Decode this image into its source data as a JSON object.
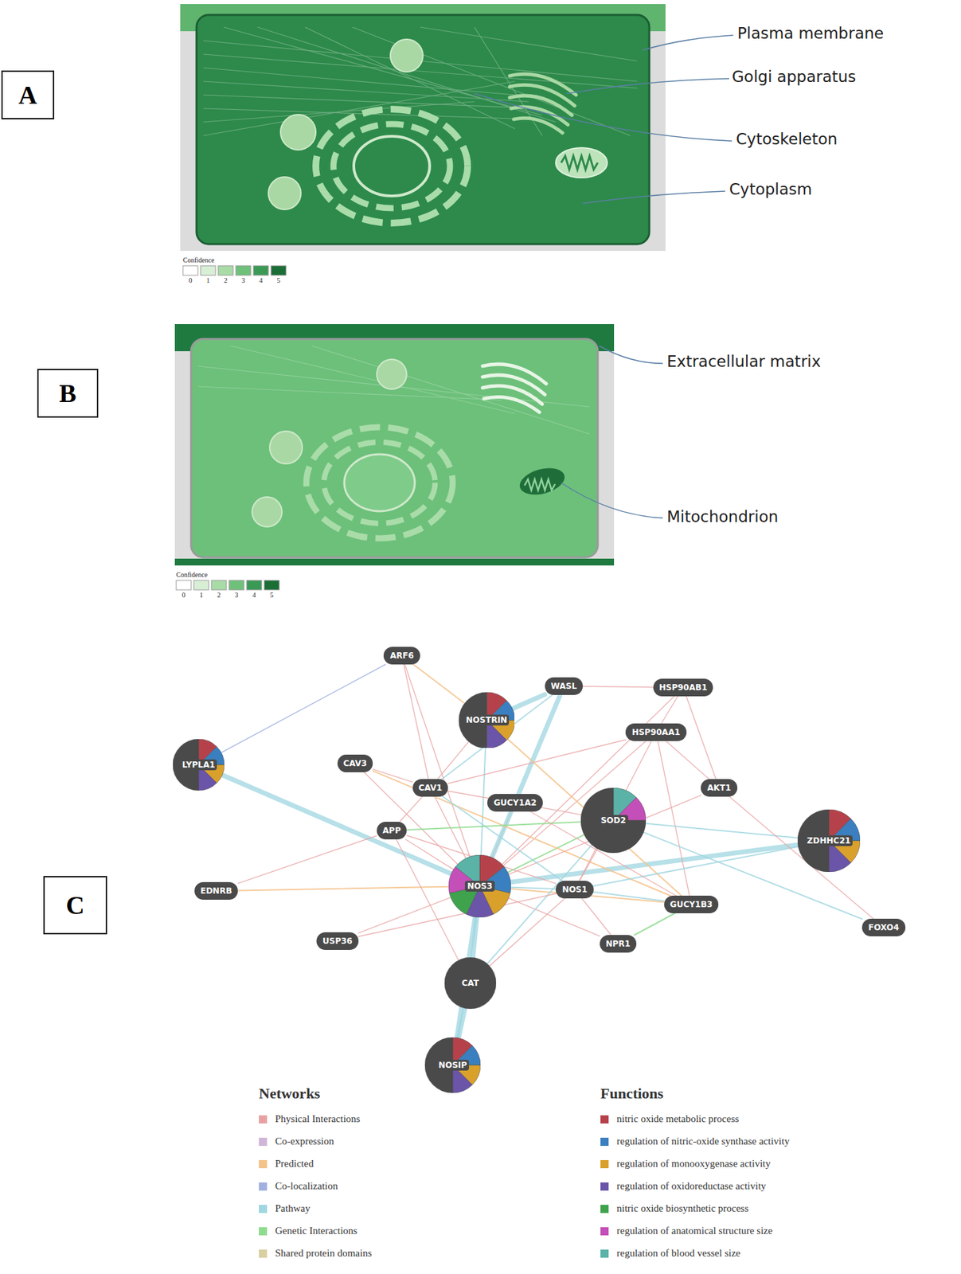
{
  "diagram": {
    "nodes": [
      {
        "text": [
          "A"
        ]
      },
      {
        "text": [
          "B"
        ]
      },
      {
        "text": [
          "C"
        ]
      },
      {
        "text": [
          "ARF6"
        ]
      },
      {
        "text": [
          "WASL"
        ]
      },
      {
        "text": [
          "HSP90AB1"
        ]
      },
      {
        "text": [
          "NOSTRIN"
        ]
      },
      {
        "text": [
          "HSP90AA1"
        ]
      },
      {
        "text": [
          "LYPLA1"
        ]
      },
      {
        "text": [
          "CAV3"
        ]
      },
      {
        "text": [
          "CAV1"
        ]
      },
      {
        "text": [
          "AKT1"
        ]
      },
      {
        "text": [
          "GUCY1A2"
        ]
      },
      {
        "text": [
          "SOD2"
        ]
      },
      {
        "text": [
          "APP"
        ]
      },
      {
        "text": [
          "ZDHHC21"
        ]
      },
      {
        "text": [
          "NOS3"
        ]
      },
      {
        "text": [
          "EDNRB"
        ]
      },
      {
        "text": [
          "NOS1"
        ]
      },
      {
        "text": [
          "GUCY1B3"
        ]
      },
      {
        "text": [
          "FOXO4"
        ]
      },
      {
        "text": [
          "USP36"
        ]
      },
      {
        "text": [
          "NPR1"
        ]
      },
      {
        "text": [
          "CAT"
        ]
      },
      {
        "text": [
          "NOSIP"
        ]
      }
    ],
    "edges": [
      {
        "from": 16,
        "to": 6,
        "arrow": "none"
      },
      {
        "from": 16,
        "to": 10,
        "arrow": "none"
      },
      {
        "from": 16,
        "to": 9,
        "arrow": "none"
      },
      {
        "from": 16,
        "to": 14,
        "arrow": "none"
      },
      {
        "from": 16,
        "to": 13,
        "arrow": "none"
      },
      {
        "from": 16,
        "to": 18,
        "arrow": "none"
      },
      {
        "from": 16,
        "to": 19,
        "arrow": "none"
      },
      {
        "from": 16,
        "to": 12,
        "arrow": "none"
      },
      {
        "from": 16,
        "to": 7,
        "arrow": "none"
      },
      {
        "from": 16,
        "to": 5,
        "arrow": "none"
      },
      {
        "from": 16,
        "to": 11,
        "arrow": "none"
      },
      {
        "from": 16,
        "to": 4,
        "arrow": "none"
      },
      {
        "from": 16,
        "to": 8,
        "arrow": "none"
      },
      {
        "from": 16,
        "to": 15,
        "arrow": "none"
      },
      {
        "from": 16,
        "to": 17,
        "arrow": "none"
      },
      {
        "from": 16,
        "to": 21,
        "arrow": "none"
      },
      {
        "from": 16,
        "to": 23,
        "arrow": "none"
      },
      {
        "from": 16,
        "to": 24,
        "arrow": "none"
      },
      {
        "from": 16,
        "to": 22,
        "arrow": "none"
      },
      {
        "from": 16,
        "to": 3,
        "arrow": "none"
      },
      {
        "from": 3,
        "to": 6,
        "arrow": "none"
      },
      {
        "from": 3,
        "to": 8,
        "arrow": "none"
      },
      {
        "from": 3,
        "to": 10,
        "arrow": "none"
      },
      {
        "from": 4,
        "to": 5,
        "arrow": "none"
      },
      {
        "from": 4,
        "to": 6,
        "arrow": "none"
      },
      {
        "from": 4,
        "to": 10,
        "arrow": "none"
      },
      {
        "from": 5,
        "to": 7,
        "arrow": "none"
      },
      {
        "from": 5,
        "to": 11,
        "arrow": "none"
      },
      {
        "from": 7,
        "to": 11,
        "arrow": "none"
      },
      {
        "from": 7,
        "to": 10,
        "arrow": "none"
      },
      {
        "from": 7,
        "to": 18,
        "arrow": "none"
      },
      {
        "from": 7,
        "to": 19,
        "arrow": "none"
      },
      {
        "from": 6,
        "to": 10,
        "arrow": "none"
      },
      {
        "from": 6,
        "to": 19,
        "arrow": "none"
      },
      {
        "from": 9,
        "to": 10,
        "arrow": "none"
      },
      {
        "from": 9,
        "to": 19,
        "arrow": "none"
      },
      {
        "from": 10,
        "to": 14,
        "arrow": "none"
      },
      {
        "from": 10,
        "to": 18,
        "arrow": "none"
      },
      {
        "from": 10,
        "to": 13,
        "arrow": "none"
      },
      {
        "from": 14,
        "to": 13,
        "arrow": "none"
      },
      {
        "from": 14,
        "to": 18,
        "arrow": "none"
      },
      {
        "from": 13,
        "to": 18,
        "arrow": "none"
      },
      {
        "from": 13,
        "to": 23,
        "arrow": "none"
      },
      {
        "from": 13,
        "to": 15,
        "arrow": "none"
      },
      {
        "from": 15,
        "to": 18,
        "arrow": "none"
      },
      {
        "from": 11,
        "to": 20,
        "arrow": "none"
      },
      {
        "from": 13,
        "to": 20,
        "arrow": "none"
      },
      {
        "from": 18,
        "to": 19,
        "arrow": "none"
      },
      {
        "from": 18,
        "to": 22,
        "arrow": "none"
      },
      {
        "from": 12,
        "to": 19,
        "arrow": "none"
      },
      {
        "from": 23,
        "to": 18,
        "arrow": "none"
      },
      {
        "from": 17,
        "to": 14,
        "arrow": "none"
      },
      {
        "from": 21,
        "to": 18,
        "arrow": "none"
      },
      {
        "from": 23,
        "to": 24,
        "arrow": "none"
      },
      {
        "from": 23,
        "to": 14,
        "arrow": "none"
      },
      {
        "from": 22,
        "to": 19,
        "arrow": "none"
      }
    ],
    "labels": [
      "Plasma membrane",
      "Golgi apparatus",
      "Cytoskeleton",
      "Cytoplasm",
      "Confidence",
      "0",
      "1",
      "2",
      "3",
      "4",
      "5",
      "Extracellular matrix",
      "Mitochondrion",
      "Confidence",
      "0",
      "1",
      "2",
      "3",
      "4",
      "5",
      "Networks",
      "Functions"
    ],
    "legend": [
      {
        "text": "Physical Interactions",
        "color": "#e8a1a1"
      },
      {
        "text": "Co-expression",
        "color": "#d0b6d6"
      },
      {
        "text": "Predicted",
        "color": "#f5c28a"
      },
      {
        "text": "Co-localization",
        "color": "#a0b0e0"
      },
      {
        "text": "Pathway",
        "color": "#9fd6e0"
      },
      {
        "text": "Genetic Interactions",
        "color": "#8fdc8f"
      },
      {
        "text": "Shared protein domains",
        "color": "#d9cfa0"
      },
      {
        "text": "nitric oxide metabolic process",
        "color": "#b5424a"
      },
      {
        "text": "regulation of nitric-oxide synthase activity",
        "color": "#3a7fbf"
      },
      {
        "text": "regulation of monooxygenase activity",
        "color": "#d9a12c"
      },
      {
        "text": "regulation of oxidoreductase activity",
        "color": "#6b55a8"
      },
      {
        "text": "nitric oxide biosynthetic process",
        "color": "#3fa34d"
      },
      {
        "text": "regulation of anatomical structure size",
        "color": "#c44fb8"
      },
      {
        "text": "regulation of blood vessel size",
        "color": "#5bb3a8"
      }
    ]
  }
}
